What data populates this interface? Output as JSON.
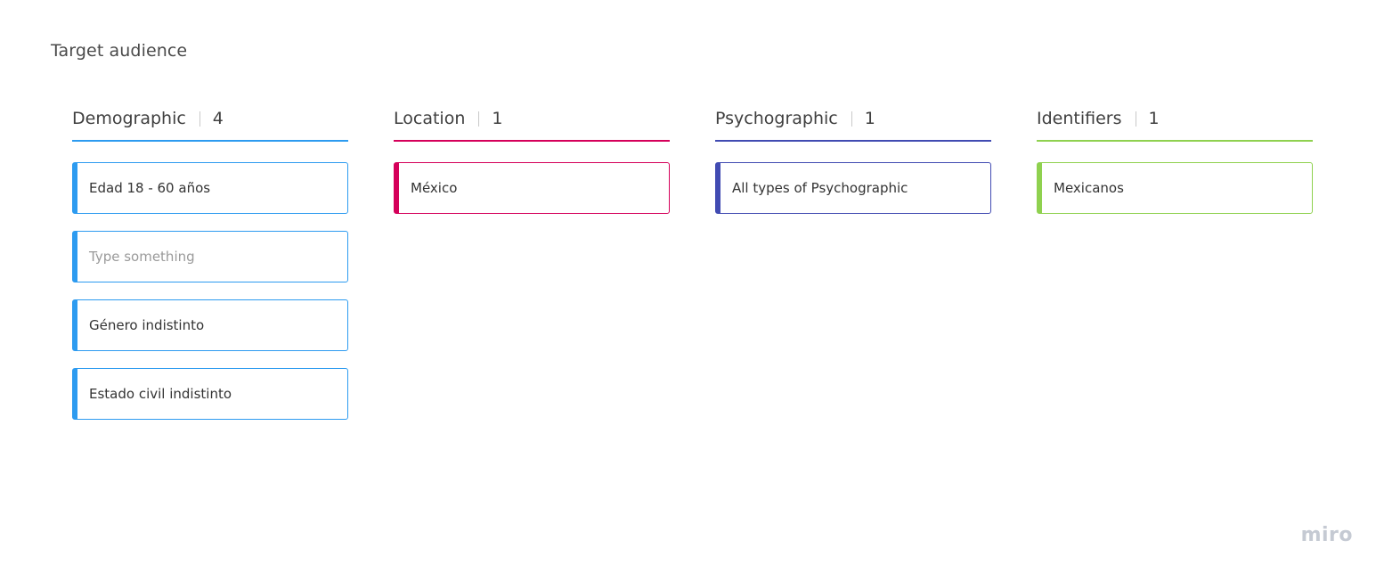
{
  "board": {
    "title": "Target audience",
    "logo": "miro"
  },
  "columns": [
    {
      "title": "Demographic",
      "count": "4",
      "color": "#2d9bf0",
      "cards": [
        {
          "text": "Edad 18 - 60 años",
          "placeholder": false
        },
        {
          "text": "Type something",
          "placeholder": true
        },
        {
          "text": "Género indistinto",
          "placeholder": false
        },
        {
          "text": "Estado civil indistinto",
          "placeholder": false
        }
      ]
    },
    {
      "title": "Location",
      "count": "1",
      "color": "#d5005a",
      "cards": [
        {
          "text": "México",
          "placeholder": false
        }
      ]
    },
    {
      "title": "Psychographic",
      "count": "1",
      "color": "#414bb2",
      "cards": [
        {
          "text": "All types of Psychographic",
          "placeholder": false
        }
      ]
    },
    {
      "title": "Identifiers",
      "count": "1",
      "color": "#8fd14f",
      "cards": [
        {
          "text": "Mexicanos",
          "placeholder": false
        }
      ]
    }
  ]
}
